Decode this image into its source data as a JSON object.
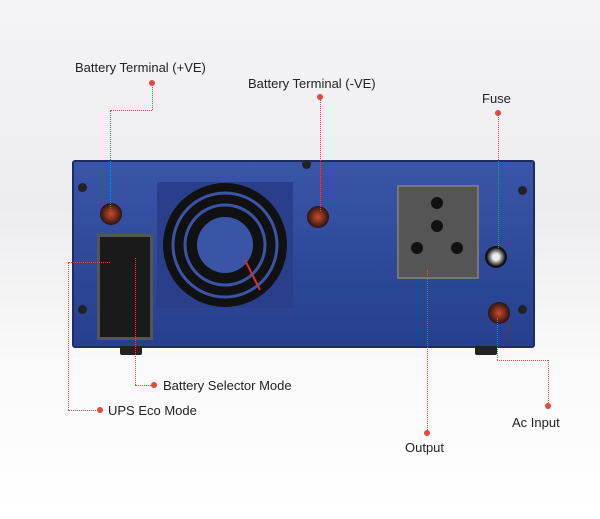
{
  "labels": {
    "battery_pos": "Battery Terminal (+VE)",
    "battery_neg": "Battery Terminal (-VE)",
    "fuse": "Fuse",
    "battery_selector": "Battery Selector Mode",
    "ups_eco": "UPS Eco Mode",
    "output": "Output",
    "ac_input": "Ac Input"
  },
  "colors": {
    "accent": "#e8453c",
    "panel": "#2a3f8c"
  }
}
